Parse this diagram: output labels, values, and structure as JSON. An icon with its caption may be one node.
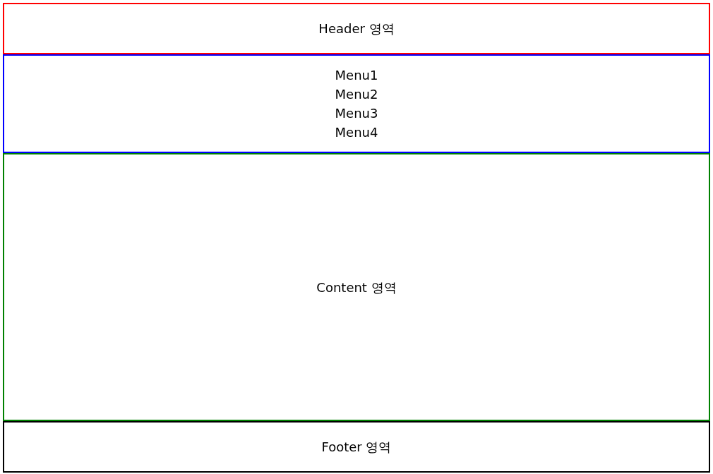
{
  "diagram": {
    "nodes": [
      {
        "text": [
          "Header 영역"
        ]
      },
      {
        "text": [
          "Menu1",
          "Menu2",
          "Menu3",
          "Menu4"
        ]
      },
      {
        "text": [
          "Content 영역"
        ]
      },
      {
        "text": [
          "Footer 영역"
        ]
      }
    ]
  }
}
